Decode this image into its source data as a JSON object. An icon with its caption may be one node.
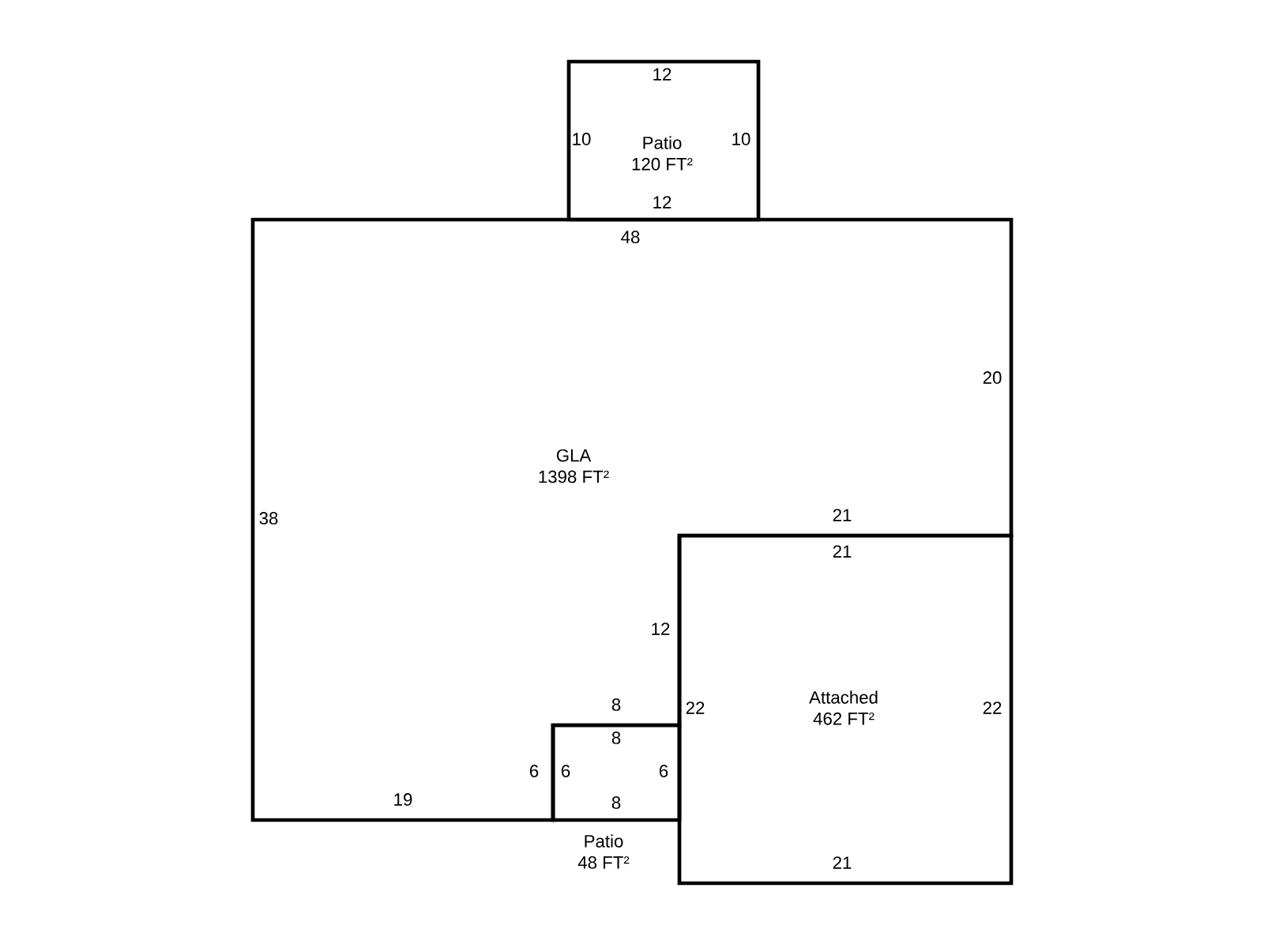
{
  "diagram": {
    "nodes": [
      {
        "text": [
          "GLA",
          "1398 FT²"
        ]
      },
      {
        "text": [
          "Patio",
          "120 FT²"
        ]
      },
      {
        "text": [
          "Attached",
          "462 FT²"
        ]
      },
      {
        "text": [
          "Patio",
          "48 FT²"
        ]
      }
    ],
    "labels": [
      "12",
      "10",
      "10",
      "12",
      "48",
      "20",
      "38",
      "21",
      "21",
      "12",
      "8",
      "22",
      "22",
      "8",
      "6",
      "6",
      "6",
      "19",
      "8",
      "21"
    ]
  }
}
